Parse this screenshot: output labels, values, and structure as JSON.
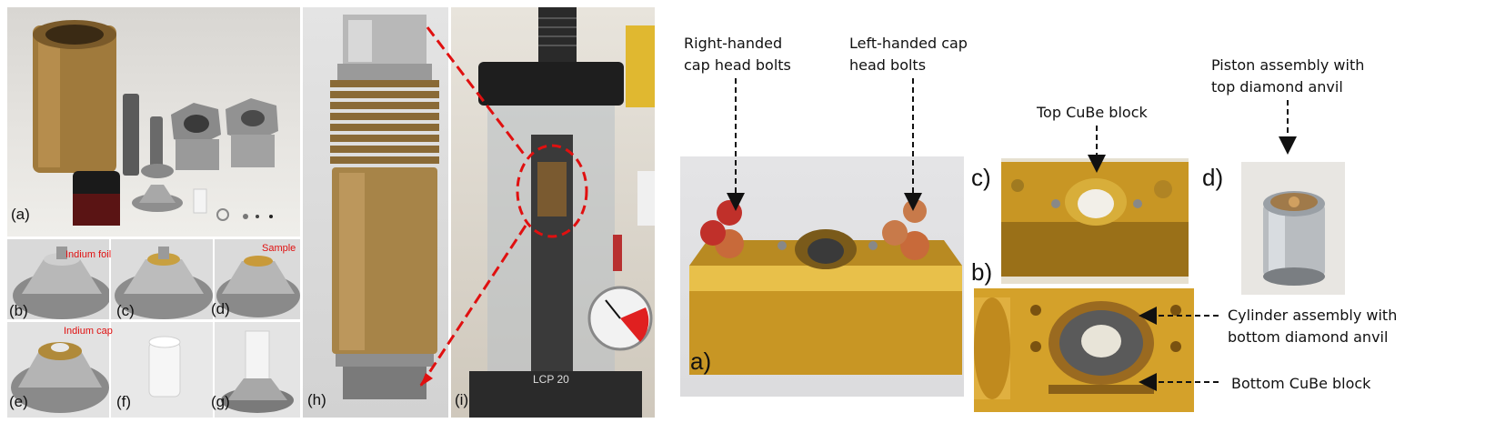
{
  "left_figure": {
    "panel_labels": {
      "a": "(a)",
      "b": "(b)",
      "c": "(c)",
      "d": "(d)",
      "e": "(e)",
      "f": "(f)",
      "g": "(g)",
      "h": "(h)",
      "i": "(i)"
    },
    "red_annotations": {
      "indium_foil": "Indium foil",
      "sample": "Sample",
      "indium_cap": "Indium cap"
    },
    "press_label": "LCP 20"
  },
  "right_figure": {
    "panel_labels": {
      "a": "a)",
      "b": "b)",
      "c": "c)",
      "d": "d)"
    },
    "annotations": {
      "right_bolts": [
        "Right-handed",
        "cap head bolts"
      ],
      "left_bolts": [
        "Left-handed cap",
        "head bolts"
      ],
      "top_block": "Top CuBe block",
      "piston": [
        "Piston assembly with",
        "top diamond anvil"
      ],
      "cylinder": [
        "Cylinder assembly with",
        "bottom diamond anvil"
      ],
      "bottom_block": "Bottom CuBe block"
    }
  },
  "colors": {
    "brass": "#b08a4e",
    "steel": "#a8a8a8",
    "gold": "#d9a82a",
    "red_annotation": "#e01010"
  }
}
